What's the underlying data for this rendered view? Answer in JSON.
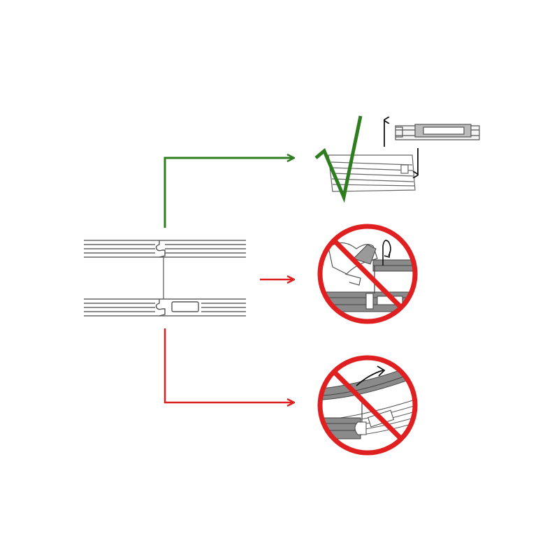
{
  "colors": {
    "background": "#ffffff",
    "correct_green": "#2e7d1e",
    "wrong_red": "#e02020",
    "line_gray": "#555555",
    "panel_gray": "#8a8a8a",
    "arrow_black": "#111111"
  },
  "icons": {
    "check": "check-mark-icon",
    "prohibited": "prohibition-sign-icon",
    "up_arrow": "up-arrow-icon",
    "down_arrow": "down-arrow-icon",
    "lift_arrow": "curved-arrow-icon"
  },
  "outcomes": [
    {
      "id": "vertical-insert",
      "status": "correct",
      "icon": "check-mark-icon"
    },
    {
      "id": "hand-twist",
      "status": "wrong",
      "icon": "prohibition-sign-icon"
    },
    {
      "id": "bend-lift",
      "status": "wrong",
      "icon": "prohibition-sign-icon"
    }
  ]
}
